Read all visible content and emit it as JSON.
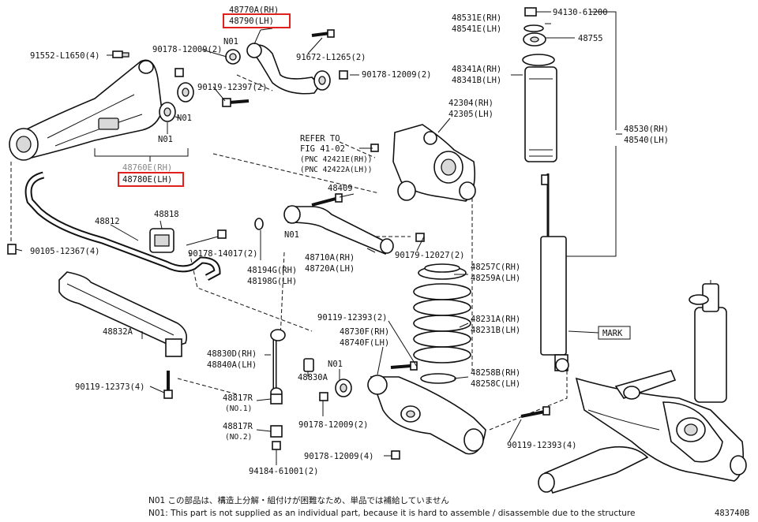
{
  "labels": {
    "l48770a": "48770A(RH)",
    "l48790": "48790(LH)",
    "l91552": "91552-L1650(4)",
    "l90178_a": "90178-12009(2)",
    "l91672": "91672-L1265(2)",
    "l90178_b": "90178-12009(2)",
    "l90119_a": "90119-12397(2)",
    "l48760e": "48760E(RH)",
    "l48780e": "48780E(LH)",
    "l48812": "48812",
    "l48818": "48818",
    "l90105": "90105-12367(4)",
    "l90178_c": "90178-14017(2)",
    "l48832a": "48832A",
    "l90119_b": "90119-12373(4)",
    "l48409": "48409",
    "l48194g": "48194G(RH)",
    "l48198g": "48198G(LH)",
    "l48710a": "48710A(RH)",
    "l48720a": "48720A(LH)",
    "l90179": "90179-12027(2)",
    "l42304": "42304(RH)",
    "l42305": "42305(LH)",
    "ref1": "REFER TO",
    "ref2": "FIG 41-02",
    "ref3": "(PNC 42421E(RH))",
    "ref4": "(PNC 42422A(LH))",
    "l48531e": "48531E(RH)",
    "l48541e": "48541E(LH)",
    "l94130": "94130-61200",
    "l48755": "48755",
    "l48341a": "48341A(RH)",
    "l48341b": "48341B(LH)",
    "l48530": "48530(RH)",
    "l48540": "48540(LH)",
    "l48257c": "48257C(RH)",
    "l48259a": "48259A(LH)",
    "l90119_c": "90119-12393(2)",
    "l48730f": "48730F(RH)",
    "l48740f": "48740F(LH)",
    "l48231a": "48231A(RH)",
    "l48231b": "48231B(LH)",
    "mark": "MARK",
    "l48830d": "48830D(RH)",
    "l48840a": "48840A(LH)",
    "l48830a": "48830A",
    "l48258b": "48258B(RH)",
    "l48258c": "48258C(LH)",
    "l48817r_1": "48817R",
    "no1": "(NO.1)",
    "l48817r_2": "48817R",
    "no2": "(NO.2)",
    "l90178_d": "90178-12009(2)",
    "l90178_e": "90178-12009(4)",
    "l90119_d": "90119-12393(4)",
    "l94184": "94184-61001(2)",
    "n01": "N01"
  },
  "footnotes": {
    "jp": "N01 この部品は、構造上分解・組付けが困難なため、単品では補給していません",
    "en": "N01: This part is not supplied as an individual part, because it is hard to assemble / disassemble due to the structure"
  },
  "figure_id": "483740B",
  "colors": {
    "highlight": "#e0201b",
    "ink": "#111111",
    "fill": "#d9d9d9"
  }
}
